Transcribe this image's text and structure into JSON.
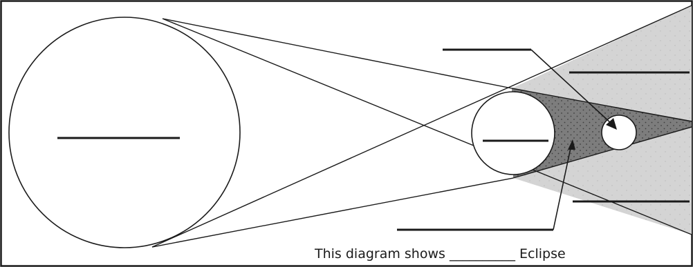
{
  "caption": {
    "text": "This diagram shows __________ Eclipse"
  },
  "colors": {
    "stroke": "#1a1a1a",
    "penumbra": "#d4d4d4",
    "umbra": "#7d7d7d",
    "background": "#ffffff"
  },
  "bodies": [
    {
      "name": "sun-circle"
    },
    {
      "name": "earth-circle"
    },
    {
      "name": "moon-circle"
    }
  ]
}
